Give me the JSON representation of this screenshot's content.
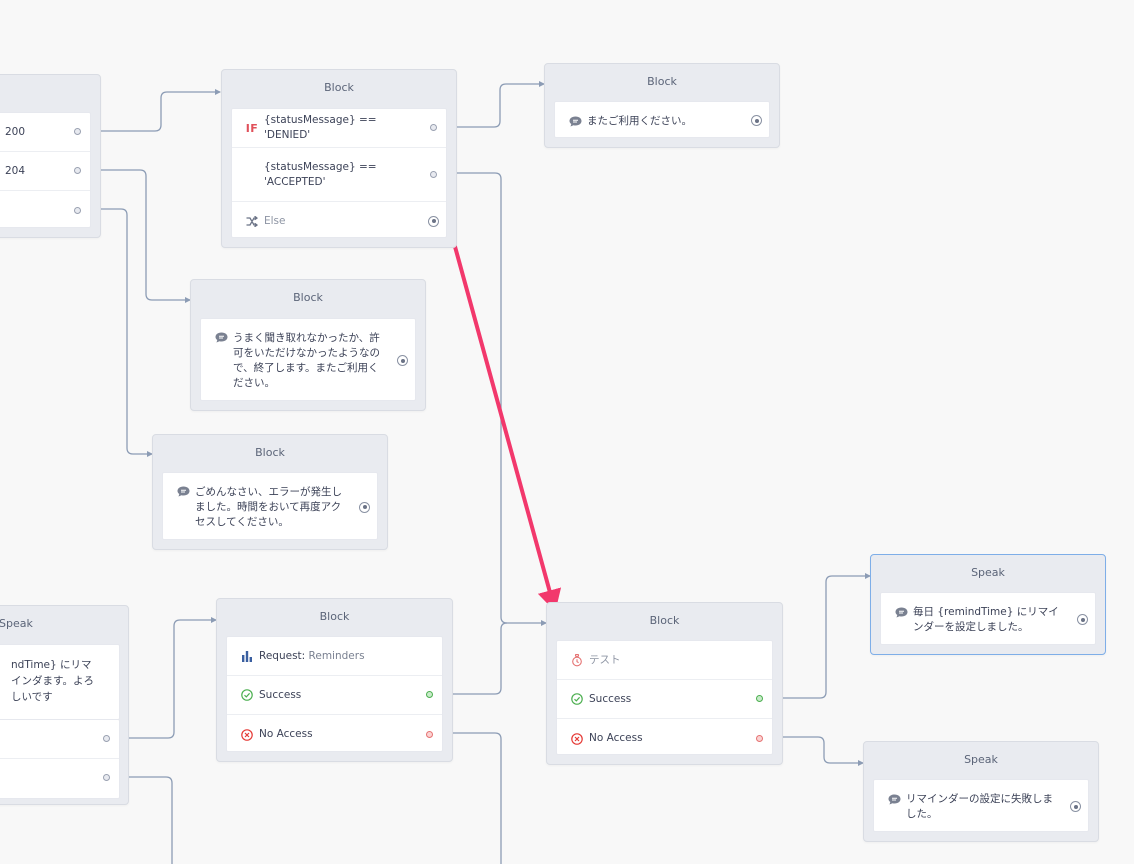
{
  "block_if": {
    "title": "Block",
    "if_label": "IF",
    "cond1": "{statusMessage} == 'DENIED'",
    "cond2": "{statusMessage} ==\n'ACCEPTED'",
    "else_label": "Else"
  },
  "block_again": {
    "title": "Block",
    "text": "またご利用ください。"
  },
  "block_left": {
    "status_200": "200",
    "status_204": "204"
  },
  "block_unheard": {
    "title": "Block",
    "text": "うまく聞き取れなかったか、許可をいただけなかったようなので、終了します。またご利用ください。"
  },
  "block_error": {
    "title": "Block",
    "text": "ごめんなさい、エラーが発生しました。時間をおいて再度アクセスしてください。"
  },
  "speak_left": {
    "title": "Speak",
    "text": "ndTime} にリマインダます。よろしいです"
  },
  "block_request": {
    "title": "Block",
    "request_label": "Request:",
    "request_value": "Reminders",
    "success": "Success",
    "no_access": "No Access"
  },
  "block_test": {
    "title": "Block",
    "test_label": "テスト",
    "success": "Success",
    "no_access": "No Access"
  },
  "speak_success": {
    "title": "Speak",
    "text": "毎日 {remindTime} にリマインダーを設定しました。"
  },
  "speak_fail": {
    "title": "Speak",
    "text": "リマインダーの設定に失敗しました。"
  },
  "colors": {
    "canvas": "#f8f8f8",
    "wire": "#8c9cb5",
    "arrow": "#f2386c",
    "selected_border": "#7eaee8",
    "success": "#4caf50",
    "failure": "#e53935",
    "if": "#e0505a"
  },
  "icons": {
    "speech": "speech-bubble-icon",
    "if": "if-icon",
    "else": "shuffle-icon",
    "request": "bar-chart-icon",
    "test": "stopwatch-icon",
    "success": "check-circle-icon",
    "failure": "x-circle-icon"
  }
}
